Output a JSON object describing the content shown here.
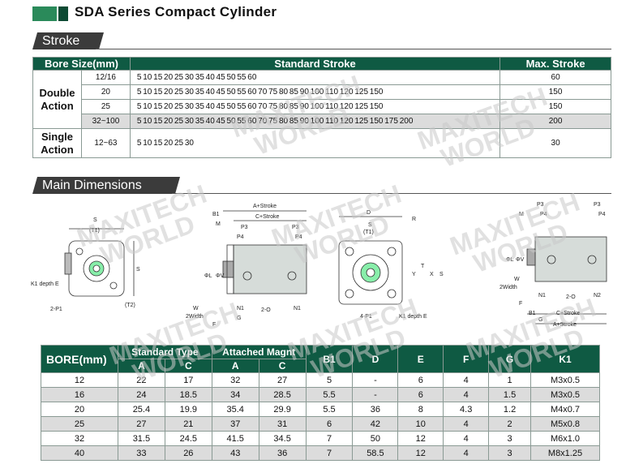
{
  "title": "SDA Series Compact Cylinder",
  "sections": {
    "stroke": "Stroke",
    "dimensions": "Main Dimensions"
  },
  "watermark": [
    "MAXITECH",
    "WORLD"
  ],
  "stroke_table": {
    "headers": [
      "Bore Size(mm)",
      "Standard Stroke",
      "Max. Stroke"
    ],
    "groups": [
      "Double Action",
      "Single Action"
    ],
    "rows": [
      {
        "bore": "12/16",
        "strokes": "5 10 15 20 25 30 35 40 45 50 55 60",
        "max": "60"
      },
      {
        "bore": "20",
        "strokes": "5 10 15 20 25 30 35 40 45 50 55 60 70 75 80 85 90 100 110 120 125 150",
        "max": "150"
      },
      {
        "bore": "25",
        "strokes": "5 10 15 20 25 30 35 40 45 50 55 60 70 75 80 85 90 100 110 120 125 150",
        "max": "150"
      },
      {
        "bore": "32~100",
        "strokes": "5 10 15 20 25 30 35 40 45 50 55 60 70 75 80 85 90 100 110 120 125 150 175 200",
        "max": "200"
      },
      {
        "bore": "12~63",
        "strokes": "5 10 15 20 25 30",
        "max": "30"
      }
    ]
  },
  "drawing_labels": {
    "front": {
      "s": "S",
      "t1": "(T1)",
      "t2": "(T2)",
      "k1": "K1 depth E",
      "p1": "2-P1"
    },
    "side": {
      "a": "A+Stroke",
      "c": "C+Stroke",
      "b1": "B1",
      "m": "M",
      "p3": "P3",
      "p4": "P4",
      "phil": "ΦL",
      "phiv": "ΦV",
      "w": "W",
      "width": "2Width",
      "f": "F",
      "g": "G",
      "n1": "N1",
      "o": "2-O"
    },
    "rear": {
      "d": "D",
      "r": "R",
      "s": "S",
      "t1": "(T1)",
      "y": "Y",
      "t": "T",
      "x": "X",
      "p1": "4-P1",
      "k1": "K1 depth E"
    },
    "alt": {
      "p3": "P3",
      "p4": "P4",
      "m": "M",
      "phil": "ΦL",
      "phiv": "ΦV",
      "w": "W",
      "width": "2Width",
      "n1": "N1",
      "o": "2-O",
      "n2": "N2",
      "f": "F",
      "b1": "B1",
      "g": "G",
      "c": "C+Stroke",
      "a": "A+Stroke"
    }
  },
  "dim_table": {
    "bore_header": "BORE(mm)",
    "group_standard": "Standard Type",
    "group_magnet": "Attached Magnt",
    "columns": [
      "A",
      "C",
      "A",
      "C",
      "B1",
      "D",
      "E",
      "F",
      "G",
      "K1"
    ],
    "rows": [
      [
        "12",
        "22",
        "17",
        "32",
        "27",
        "5",
        "-",
        "6",
        "4",
        "1",
        "M3x0.5"
      ],
      [
        "16",
        "24",
        "18.5",
        "34",
        "28.5",
        "5.5",
        "-",
        "6",
        "4",
        "1.5",
        "M3x0.5"
      ],
      [
        "20",
        "25.4",
        "19.9",
        "35.4",
        "29.9",
        "5.5",
        "36",
        "8",
        "4.3",
        "1.2",
        "M4x0.7"
      ],
      [
        "25",
        "27",
        "21",
        "37",
        "31",
        "6",
        "42",
        "10",
        "4",
        "2",
        "M5x0.8"
      ],
      [
        "32",
        "31.5",
        "24.5",
        "41.5",
        "34.5",
        "7",
        "50",
        "12",
        "4",
        "3",
        "M6x1.0"
      ],
      [
        "40",
        "33",
        "26",
        "43",
        "36",
        "7",
        "58.5",
        "12",
        "4",
        "3",
        "M8x1.25"
      ]
    ]
  }
}
